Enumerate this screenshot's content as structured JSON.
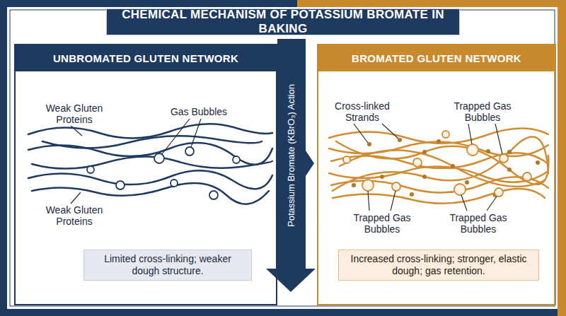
{
  "diagram": {
    "title": "CHEMICAL MECHANISM OF POTASSIUM BROMATE IN BAKING",
    "nodes": [
      {
        "text": [
          "UNBROMATED GLUTEN NETWORK"
        ]
      },
      {
        "text": [
          "Limited cross-linking; weaker dough structure."
        ],
        "in": 0
      },
      {
        "text": [
          "Potassium Bromate (KBrO₃) Action"
        ]
      },
      {
        "text": [
          "BROMATED GLUTEN NETWORK"
        ]
      },
      {
        "text": [
          "Increased cross-linking; stronger, elastic dough; gas retention."
        ],
        "in": 3
      }
    ],
    "labels": [
      "Weak Gluten Proteins",
      "Gas Bubbles",
      "Weak Gluten Proteins",
      "Cross-linked Strands",
      "Trapped Gas Bubbles",
      "Trapped Gas Bubbles",
      "Trapped Gas Bubbles"
    ]
  }
}
